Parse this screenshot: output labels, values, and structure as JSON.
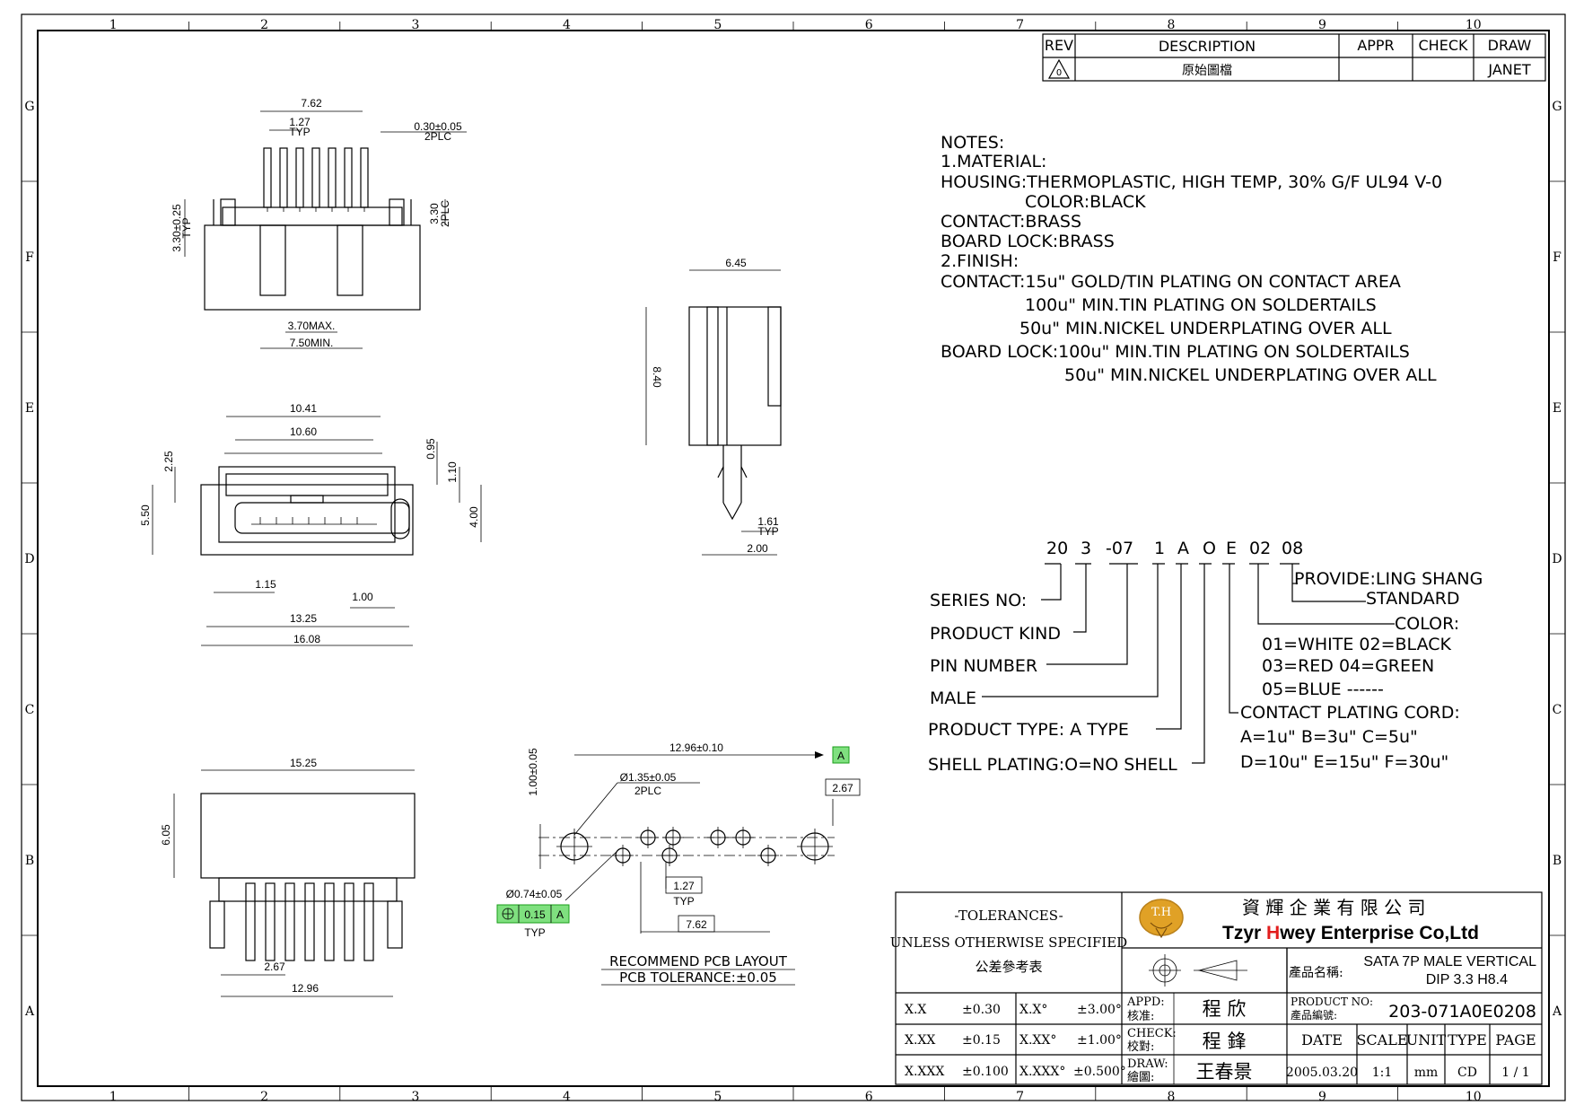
{
  "grid": {
    "columns": [
      "1",
      "2",
      "3",
      "4",
      "5",
      "6",
      "7",
      "8",
      "9",
      "10"
    ],
    "rows": [
      "G",
      "F",
      "E",
      "D",
      "C",
      "B",
      "A"
    ]
  },
  "revision_block": {
    "headers": {
      "rev": "REV",
      "description": "DESCRIPTION",
      "appr": "APPR",
      "check": "CHECK",
      "draw": "DRAW"
    },
    "row": {
      "rev": "0",
      "description": "原始圖檔",
      "draw": "JANET"
    }
  },
  "notes": {
    "lines": [
      "NOTES:",
      "1.MATERIAL:",
      "HOUSING:THERMOPLASTIC, HIGH TEMP, 30% G/F UL94 V-0",
      "COLOR:BLACK",
      "CONTACT:BRASS",
      "BOARD LOCK:BRASS",
      "2.FINISH:",
      "CONTACT:15u\" GOLD/TIN PLATING ON CONTACT AREA",
      "100u\" MIN.TIN PLATING ON SOLDERTAILS",
      "50u\" MIN.NICKEL UNDERPLATING OVER ALL",
      "BOARD LOCK:100u\" MIN.TIN PLATING ON SOLDERTAILS",
      "50u\" MIN.NICKEL UNDERPLATING OVER ALL"
    ]
  },
  "part_code": {
    "segments": [
      "20",
      "3",
      "-07",
      "1",
      "A",
      "O",
      "E",
      "02",
      "08"
    ],
    "left_labels": [
      "SERIES NO:",
      "PRODUCT KIND",
      "PIN NUMBER",
      "MALE",
      "PRODUCT TYPE: A TYPE",
      "SHELL PLATING:O=NO SHELL"
    ],
    "right_labels": [
      "PROVIDE:LING SHANG",
      "STANDARD",
      "COLOR:",
      "01=WHITE 02=BLACK",
      "03=RED  04=GREEN",
      "05=BLUE  ------",
      "CONTACT PLATING CORD:",
      "A=1u\"  B=3u\"  C=5u\"",
      "D=10u\" E=15u\" F=30u\""
    ]
  },
  "dimensions": {
    "top_view": [
      "7.62",
      "1.27",
      "TYP",
      "0.30±0.05",
      "2PLC",
      "3.30±0.25",
      "TYP",
      "3.30",
      "2PLC",
      "3.70MAX.",
      "7.50MIN."
    ],
    "front_view": [
      "10.41",
      "10.60",
      "2.25",
      "0.95",
      "1.10",
      "5.50",
      "4.00",
      "1.15",
      "1.00",
      "13.25",
      "16.08"
    ],
    "side_view": [
      "6.45",
      "8.40",
      "1.61",
      "TYP",
      "2.00"
    ],
    "bottom_view": [
      "15.25",
      "6.05",
      "2.67",
      "12.96"
    ],
    "pcb_layout": [
      "12.96±0.10",
      "1.00±0.05",
      "Ø1.35±0.05",
      "2PLC",
      "2.67",
      "Ø0.74±0.05",
      "0.15",
      "A",
      "TYP",
      "1.27",
      "TYP",
      "7.62",
      "A"
    ],
    "pcb_caption": "RECOMMEND PCB LAYOUT",
    "pcb_tolerance": "PCB TOLERANCE:±0.05"
  },
  "title_block": {
    "tolerances_title": "-TOLERANCES-",
    "tolerances_sub": "UNLESS OTHERWISE SPECIFIED",
    "tolerances_cn": "公差參考表",
    "tol_rows": [
      [
        "X.X",
        "±0.30",
        "X.X°",
        "±3.00°"
      ],
      [
        "X.XX",
        "±0.15",
        "X.XX°",
        "±1.00°"
      ],
      [
        "X.XXX",
        "±0.100",
        "X.XXX°",
        "±0.500°"
      ]
    ],
    "logo_text": "T.H",
    "company_cn": "資 輝 企 業 有 限 公 司",
    "company_en_1": "Tzyr ",
    "company_en_2": "H",
    "company_en_3": "wey Enterprise Co,Ltd",
    "product_name_label": "產品名稱:",
    "product_name_1": "SATA 7P MALE VERTICAL",
    "product_name_2": "DIP 3.3 H8.4",
    "appd_label_en": "APPD:",
    "appd_label_cn": "核准:",
    "appd_name": "程 欣",
    "check_label_en": "CHECK:",
    "check_label_cn": "校對:",
    "check_name": "程 鋒",
    "draw_label_en": "DRAW:",
    "draw_label_cn": "繪圖:",
    "draw_name": "王春景",
    "product_no_label_en": "PRODUCT NO:",
    "product_no_label_cn": "產品編號:",
    "product_no": "203-071A0E0208",
    "headers": [
      "DATE",
      "SCALE",
      "UNIT",
      "TYPE",
      "PAGE"
    ],
    "values": [
      "2005.03.20",
      "1:1",
      "mm",
      "CD",
      "1 / 1"
    ]
  },
  "colors": {
    "line": "#000000",
    "datum_fill": "#7fe07f",
    "logo_gold": "#e0a126",
    "brand_red": "#e21d1d"
  }
}
